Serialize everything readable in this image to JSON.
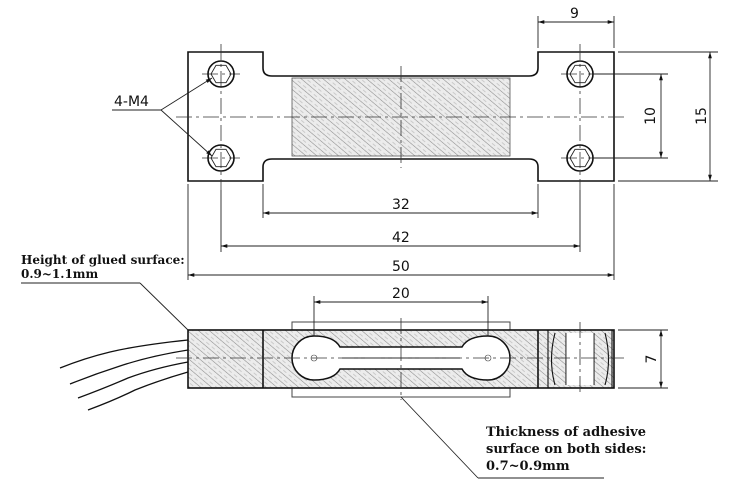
{
  "dimensions": {
    "tab_width": "9",
    "hole_spacing": "10",
    "overall_height": "15",
    "slot_length": "32",
    "hole_span": "42",
    "overall_length": "50",
    "gauge_span": "20",
    "thickness": "7"
  },
  "labels": {
    "holes": "4-M4",
    "glue_height_line1": "Height of glued surface:",
    "glue_height_line2": "0.9~1.1mm",
    "adhesive_line1": "Thickness of adhesive",
    "adhesive_line2": "surface on both sides:",
    "adhesive_line3": "0.7~0.9mm"
  }
}
